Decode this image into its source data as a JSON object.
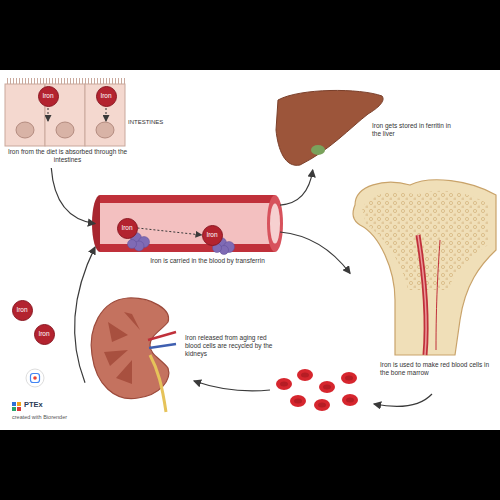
{
  "diagram": {
    "nodes": [
      {
        "text": [
          "INTESTINES",
          "Iron from the diet is absorbed through the intestines"
        ]
      },
      {
        "text": [
          "Iron"
        ],
        "in": 0
      },
      {
        "text": [
          "Iron"
        ],
        "in": 0
      },
      {
        "text": [
          "Iron gets stored in ferritin in the liver"
        ]
      },
      {
        "text": [
          "Iron is carried in the blood by transferrin"
        ]
      },
      {
        "text": [
          "Iron"
        ],
        "in": 4
      },
      {
        "text": [
          "Iron"
        ],
        "in": 4
      },
      {
        "text": [
          "Iron is used to make red blood cells in the bone marrow"
        ]
      },
      {
        "text": [
          "Iron"
        ]
      },
      {
        "text": [
          "Iron"
        ]
      },
      {
        "text": [
          "Iron released from aging red blood cells are recycled by the kidneys"
        ]
      }
    ],
    "edges": [
      {
        "from": 0,
        "to": 4,
        "arrow": "to"
      },
      {
        "from": 4,
        "to": 3,
        "arrow": "to"
      },
      {
        "from": 4,
        "to": 7,
        "arrow": "to"
      },
      {
        "from": 10,
        "to": 4,
        "arrow": "to"
      },
      {
        "from": 5,
        "to": 6,
        "arrow": "to"
      }
    ],
    "labels": [
      "PTEx",
      "created with Biorender"
    ]
  }
}
